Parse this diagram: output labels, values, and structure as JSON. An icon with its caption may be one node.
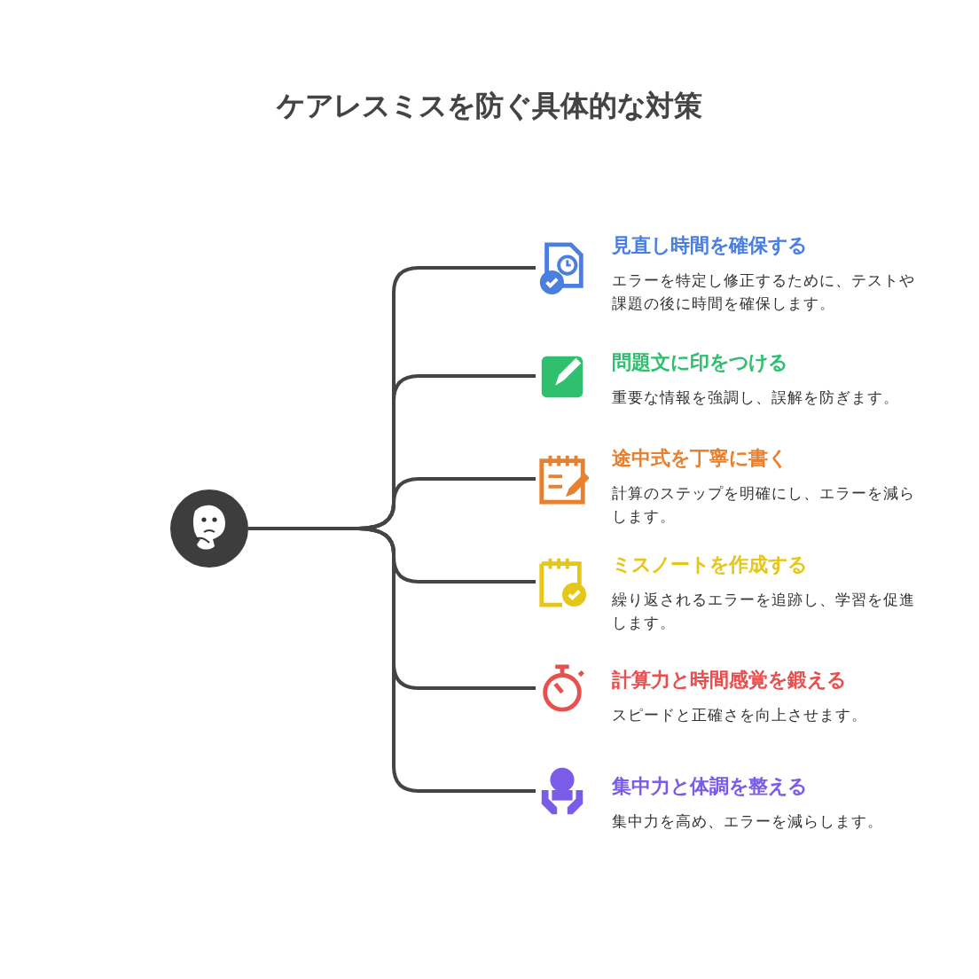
{
  "diagram": {
    "title": "ケアレスミスを防ぐ具体的な対策",
    "nodes": [
      {
        "text": [],
        "shape": "circle"
      },
      {
        "text": [
          "見直し時間を確保する",
          "エラーを特定し修正するために、テストや課題の後に時間を確保します。"
        ]
      },
      {
        "text": [
          "問題文に印をつける",
          "重要な情報を強調し、誤解を防ぎます。"
        ]
      },
      {
        "text": [
          "途中式を丁寧に書く",
          "計算のステップを明確にし、エラーを減らします。"
        ]
      },
      {
        "text": [
          "ミスノートを作成する",
          "繰り返されるエラーを追跡し、学習を促進します。"
        ]
      },
      {
        "text": [
          "計算力と時間感覚を鍛える",
          "スピードと正確さを向上させます。"
        ]
      },
      {
        "text": [
          "集中力と体調を整える",
          "集中力を高め、エラーを減らします。"
        ]
      }
    ],
    "edges": [
      {
        "from": 0,
        "to": 1,
        "arrow": "none"
      },
      {
        "from": 0,
        "to": 2,
        "arrow": "none"
      },
      {
        "from": 0,
        "to": 3,
        "arrow": "none"
      },
      {
        "from": 0,
        "to": 4,
        "arrow": "none"
      },
      {
        "from": 0,
        "to": 5,
        "arrow": "none"
      },
      {
        "from": 0,
        "to": 6,
        "arrow": "none"
      }
    ]
  }
}
